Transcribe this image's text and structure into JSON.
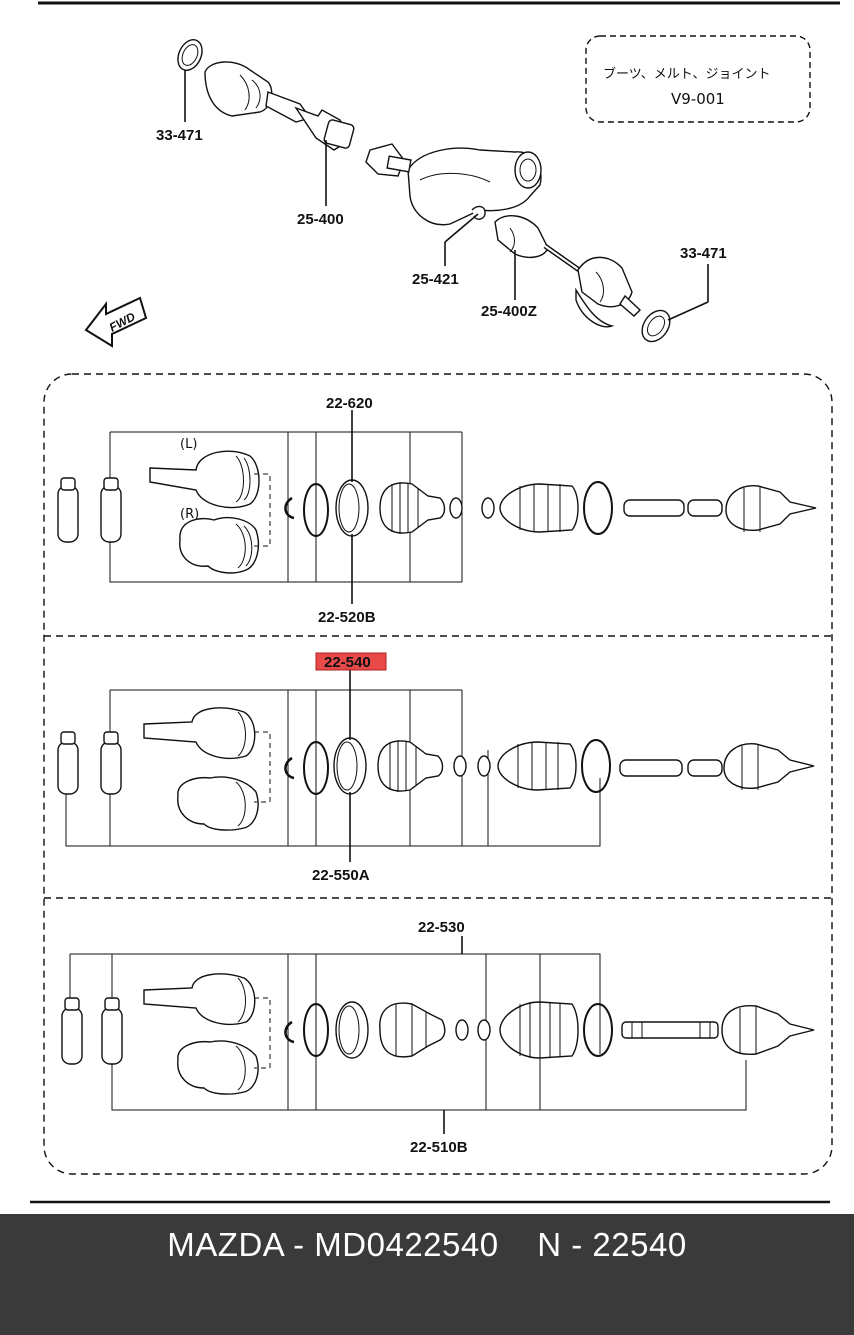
{
  "note_box": {
    "line1": "ブーツ、メルト、ジョイント",
    "line2": "V9-001"
  },
  "fwd_label": "FWD",
  "top_labels": {
    "oil_seal_left": "33-471",
    "shaft_left": "25-400",
    "clip": "25-421",
    "shaft_right": "25-400Z",
    "oil_seal_right": "33-471"
  },
  "section1": {
    "top_label": "22-620",
    "bottom_label": "22-520B",
    "side_l": "(L)",
    "side_r": "(R)"
  },
  "section2": {
    "top_label": "22-540",
    "bottom_label": "22-550A"
  },
  "section3": {
    "top_label": "22-530",
    "bottom_label": "22-510B"
  },
  "highlight_color": "#e84a4a",
  "footer": {
    "text": "MAZDA - MD0422540    N - 22540"
  }
}
